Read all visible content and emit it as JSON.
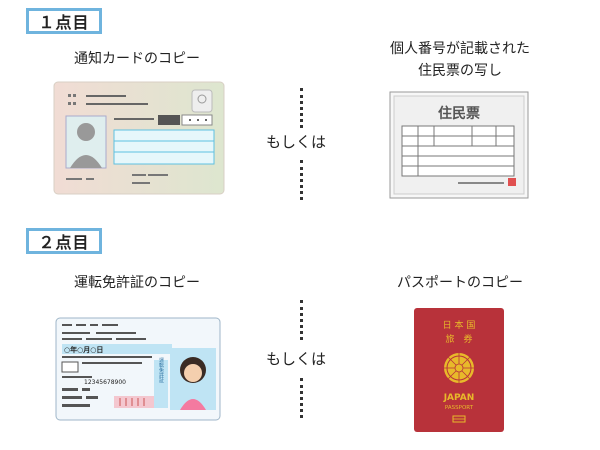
{
  "section1": {
    "badge": "１点目",
    "left": {
      "caption": "通知カードのコピー"
    },
    "or": "もしくは",
    "right": {
      "caption_line1": "個人番号が記載された",
      "caption_line2": "住民票の写し",
      "doc_title": "住民票"
    }
  },
  "section2": {
    "badge": "２点目",
    "left": {
      "caption": "運転免許証のコピー",
      "license_row1": "○年○月○日",
      "license_number": "12345678900",
      "license_class": "運転免許証"
    },
    "or": "もしくは",
    "right": {
      "caption": "パスポートのコピー",
      "pass_line1": "日 本 国",
      "pass_line2": "旅　券",
      "pass_line3": "JAPAN",
      "pass_line4": "PASSPORT"
    }
  },
  "colors": {
    "badge_border": "#6fb4de",
    "passport": "#b8323a",
    "passport_gold": "#e8b92a",
    "card_green": "#dde6cf",
    "card_pink": "#f1dcd4"
  }
}
